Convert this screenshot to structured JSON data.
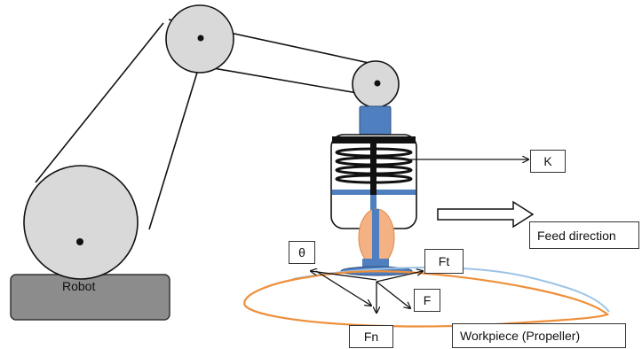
{
  "labels": {
    "robot": "Robot",
    "k": "K",
    "feed_direction": "Feed direction",
    "theta": "θ",
    "ft": "Ft",
    "f": "F",
    "fn": "Fn",
    "workpiece": "Workpiece (Propeller)"
  },
  "colors": {
    "wheel_fill": "#d9d9d9",
    "base_fill": "#8c8c8c",
    "tool_blue": "#4f7fbf",
    "spring_black": "#111111",
    "tool_tip_orange": "#f4b183",
    "propeller_orange": "#ee8f3a",
    "propeller_blue": "#9dc3e6"
  }
}
